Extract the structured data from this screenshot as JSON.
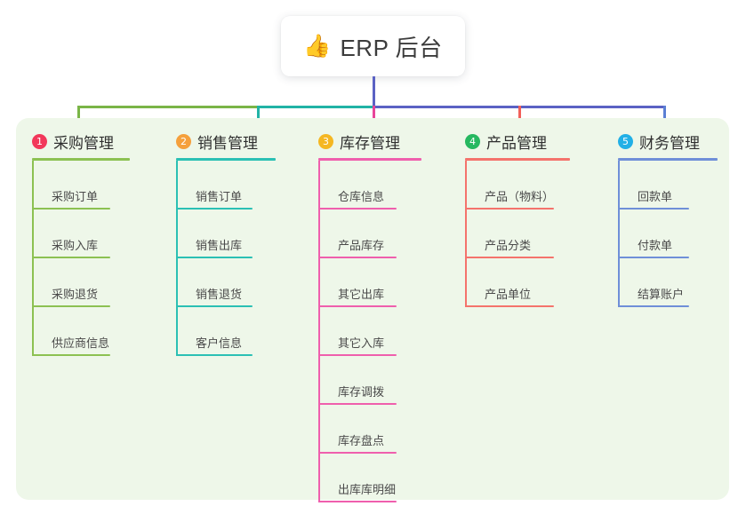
{
  "root": {
    "emoji": "👍",
    "emoji_name": "thumbs-up-emoji",
    "title": "ERP 后台"
  },
  "canvas": {
    "panel_background": "#eef7e9",
    "page_background": "#ffffff"
  },
  "connectors": {
    "trunk_color": "#5b62c4",
    "bus_segments": [
      {
        "color": "#7ab547"
      },
      {
        "color": "#21b3a6"
      },
      {
        "color": "#5b62c4"
      }
    ],
    "drops": [
      {
        "color": "#7ab547"
      },
      {
        "color": "#21b3a6"
      },
      {
        "color": "#e8459a"
      },
      {
        "color": "#f2605a"
      },
      {
        "color": "#5b7fd4"
      }
    ]
  },
  "columns": [
    {
      "index": "1",
      "title": "采购管理",
      "badge_color": "#f2385a",
      "line_color": "#8cc152",
      "items": [
        {
          "label": "采购订单"
        },
        {
          "label": "采购入库"
        },
        {
          "label": "采购退货"
        },
        {
          "label": "供应商信息"
        }
      ]
    },
    {
      "index": "2",
      "title": "销售管理",
      "badge_color": "#f5a03c",
      "line_color": "#2bc0b4",
      "items": [
        {
          "label": "销售订单"
        },
        {
          "label": "销售出库"
        },
        {
          "label": "销售退货"
        },
        {
          "label": "客户信息"
        }
      ]
    },
    {
      "index": "3",
      "title": "库存管理",
      "badge_color": "#f5b722",
      "line_color": "#ef5fad",
      "items": [
        {
          "label": "仓库信息"
        },
        {
          "label": "产品库存"
        },
        {
          "label": "其它出库"
        },
        {
          "label": "其它入库"
        },
        {
          "label": "库存调拨"
        },
        {
          "label": "库存盘点"
        },
        {
          "label": "出库库明细"
        }
      ]
    },
    {
      "index": "4",
      "title": "产品管理",
      "badge_color": "#26b860",
      "line_color": "#f4736c",
      "items": [
        {
          "label": "产品（物料）"
        },
        {
          "label": "产品分类"
        },
        {
          "label": "产品单位"
        }
      ]
    },
    {
      "index": "5",
      "title": "财务管理",
      "badge_color": "#22b0e6",
      "line_color": "#6f8fd8",
      "items": [
        {
          "label": "回款单"
        },
        {
          "label": "付款单"
        },
        {
          "label": "结算账户"
        }
      ]
    }
  ]
}
